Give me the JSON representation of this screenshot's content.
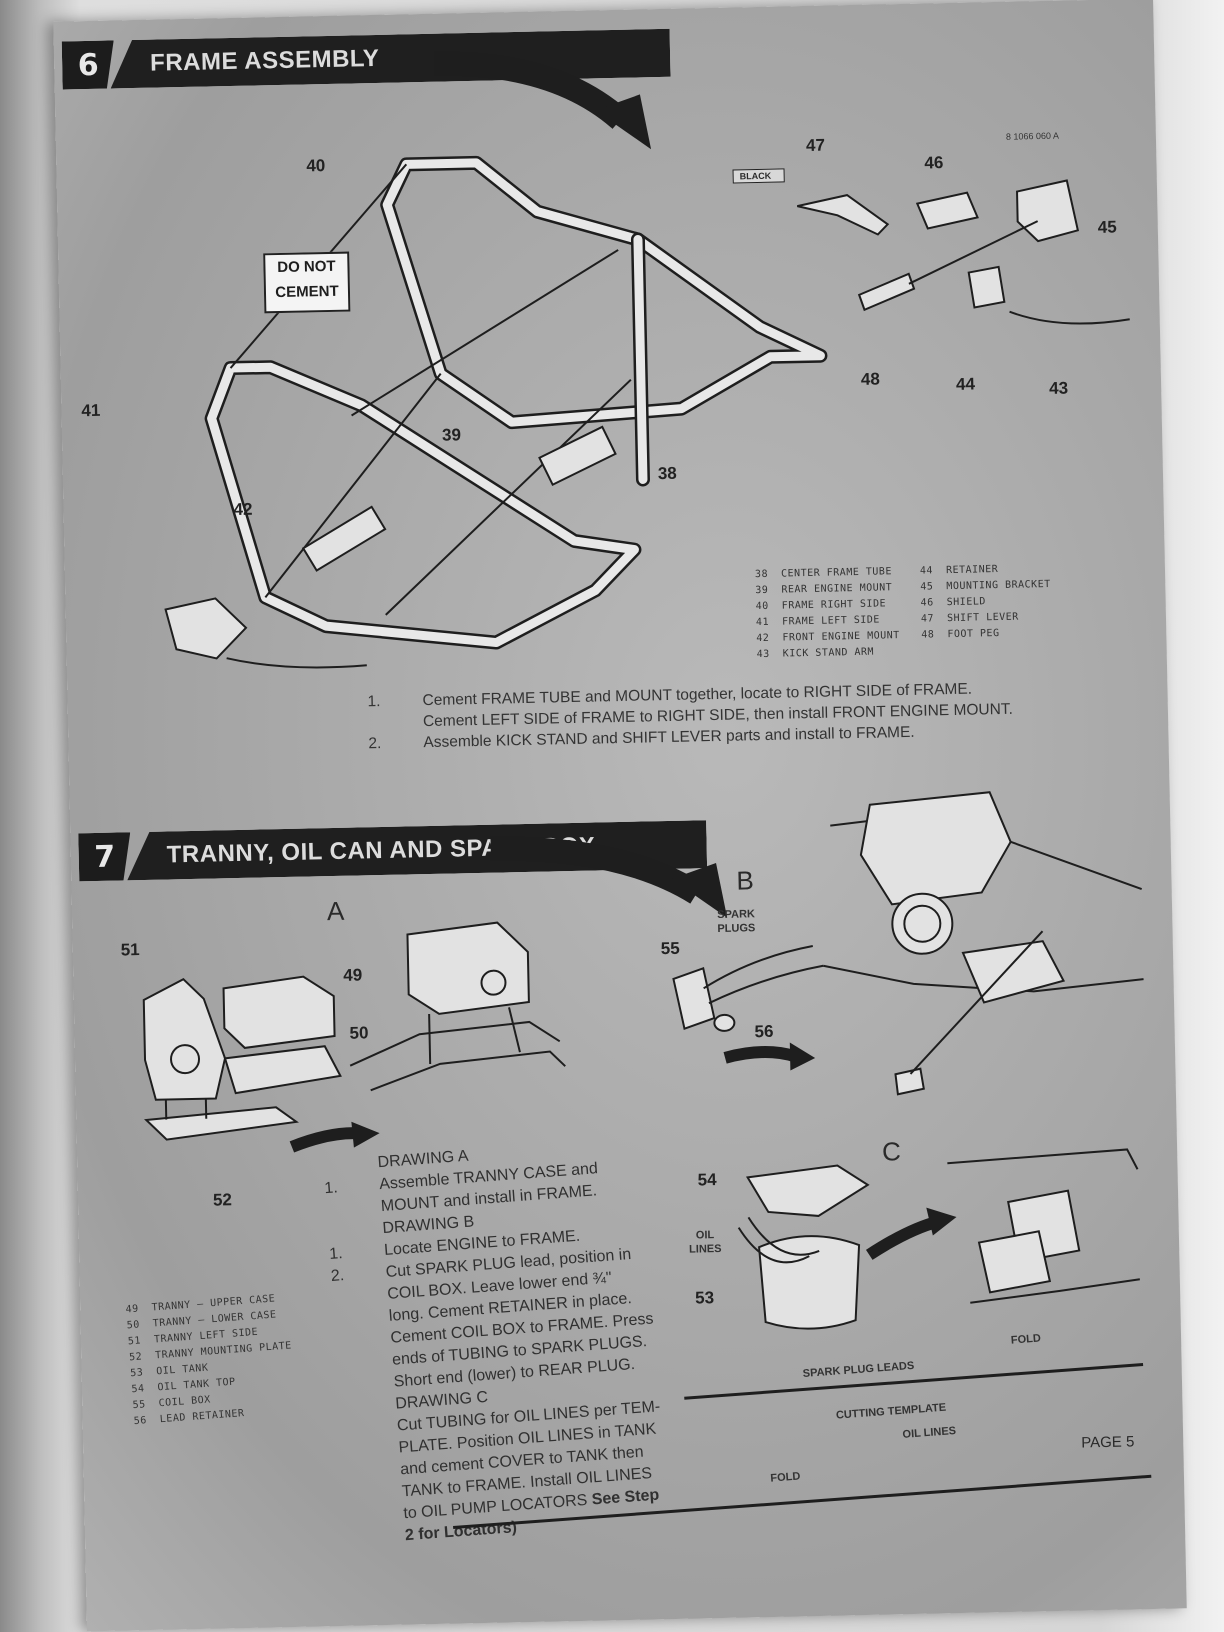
{
  "doc_code": "8 1066 060 A",
  "step6": {
    "number": "6",
    "title": "FRAME ASSEMBLY",
    "do_not_cement": [
      "DO NOT",
      "CEMENT"
    ],
    "black_tag": "BLACK",
    "callouts": {
      "c38": "38",
      "c39": "39",
      "c40": "40",
      "c41": "41",
      "c42": "42",
      "c43": "43",
      "c44": "44",
      "c45": "45",
      "c46": "46",
      "c47": "47",
      "c48": "48"
    },
    "parts_left": [
      {
        "num": "38",
        "name": "CENTER FRAME TUBE"
      },
      {
        "num": "39",
        "name": "REAR ENGINE MOUNT"
      },
      {
        "num": "40",
        "name": "FRAME RIGHT SIDE"
      },
      {
        "num": "41",
        "name": "FRAME LEFT SIDE"
      },
      {
        "num": "42",
        "name": "FRONT ENGINE MOUNT"
      },
      {
        "num": "43",
        "name": "KICK STAND ARM"
      }
    ],
    "parts_right": [
      {
        "num": "44",
        "name": "RETAINER"
      },
      {
        "num": "45",
        "name": "MOUNTING BRACKET"
      },
      {
        "num": "46",
        "name": "SHIELD"
      },
      {
        "num": "47",
        "name": "SHIFT LEVER"
      },
      {
        "num": "48",
        "name": "FOOT PEG"
      }
    ],
    "instructions": [
      {
        "num": "1.",
        "lines": [
          "Cement FRAME TUBE and MOUNT together, locate to RIGHT SIDE of FRAME.",
          "Cement LEFT SIDE of FRAME to RIGHT SIDE, then install FRONT ENGINE MOUNT."
        ]
      },
      {
        "num": "2.",
        "lines": [
          "Assemble KICK STAND and SHIFT LEVER parts and install to FRAME."
        ]
      }
    ]
  },
  "step7": {
    "number": "7",
    "title": "TRANNY, OIL CAN AND SPARK BOX",
    "drawing_a_label": "A",
    "drawing_b_label": "B",
    "drawing_c_label": "C",
    "spark_plugs_label": [
      "SPARK",
      "PLUGS"
    ],
    "oil_lines_label": [
      "OIL",
      "LINES"
    ],
    "callouts": {
      "c49": "49",
      "c50": "50",
      "c51": "51",
      "c52": "52",
      "c53": "53",
      "c54": "54",
      "c55": "55",
      "c56": "56"
    },
    "parts": [
      {
        "num": "49",
        "name": "TRANNY — UPPER CASE"
      },
      {
        "num": "50",
        "name": "TRANNY — LOWER CASE"
      },
      {
        "num": "51",
        "name": "TRANNY LEFT SIDE"
      },
      {
        "num": "52",
        "name": "TRANNY MOUNTING PLATE"
      },
      {
        "num": "53",
        "name": "OIL TANK"
      },
      {
        "num": "54",
        "name": "OIL TANK TOP"
      },
      {
        "num": "55",
        "name": "COIL BOX"
      },
      {
        "num": "56",
        "name": "LEAD RETAINER"
      }
    ],
    "text": {
      "drawing_a": "DRAWING A",
      "a1_num": "1.",
      "a1_lines": [
        "Assemble TRANNY CASE and",
        "MOUNT and install in FRAME."
      ],
      "drawing_b": "DRAWING B",
      "b1_num": "1.",
      "b2_num": "2.",
      "b_lines": [
        "Locate ENGINE to FRAME.",
        "Cut SPARK PLUG lead, position in",
        "COIL BOX. Leave  lower end ¾\"",
        "long. Cement RETAINER in place.",
        "Cement COIL BOX to FRAME. Press",
        "ends of TUBING to SPARK PLUGS.",
        "Short end (lower) to REAR PLUG."
      ],
      "drawing_c": "DRAWING C",
      "c_lines": [
        "Cut TUBING for OIL LINES per TEM-",
        "PLATE. Position OIL LINES in TANK",
        "and cement COVER to TANK then",
        "TANK to FRAME. Install OIL LINES"
      ],
      "c_last_plain": "to OIL PUMP LOCATORS ",
      "c_last_bold": "See Step",
      "c_final_bold": "2 for Locators)"
    },
    "template": {
      "fold_top": "FOLD",
      "spark_plug_leads": "SPARK PLUG  LEADS",
      "cutting_template": "CUTTING TEMPLATE",
      "oil_lines": "OIL LINES",
      "fold_bottom": "FOLD"
    },
    "page_label": "PAGE 5"
  }
}
